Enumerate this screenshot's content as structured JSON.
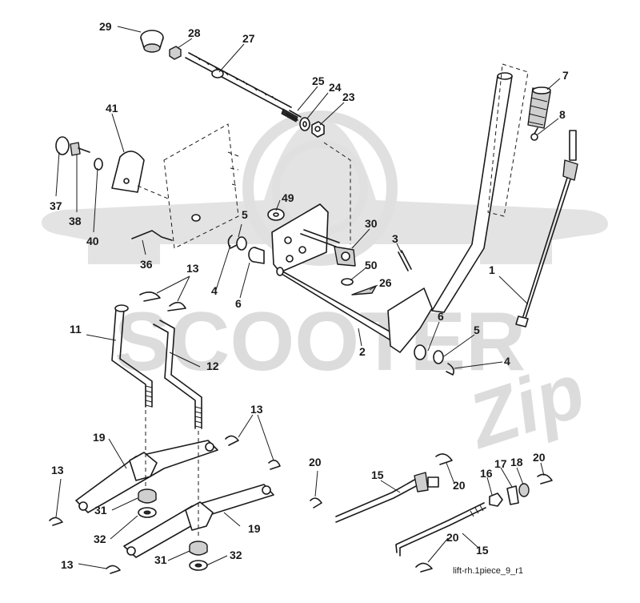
{
  "diagram": {
    "watermark": {
      "brand_main": "SCOOTER",
      "brand_script": "Zip"
    },
    "footer_ref": "lift-rh.1piece_9_r1",
    "callouts": [
      {
        "id": "c29",
        "text": "29"
      },
      {
        "id": "c28",
        "text": "28"
      },
      {
        "id": "c27",
        "text": "27"
      },
      {
        "id": "c25",
        "text": "25"
      },
      {
        "id": "c24",
        "text": "24"
      },
      {
        "id": "c23",
        "text": "23"
      },
      {
        "id": "c7",
        "text": "7"
      },
      {
        "id": "c8",
        "text": "8"
      },
      {
        "id": "c41",
        "text": "41"
      },
      {
        "id": "c37",
        "text": "37"
      },
      {
        "id": "c38",
        "text": "38"
      },
      {
        "id": "c40",
        "text": "40"
      },
      {
        "id": "c49",
        "text": "49"
      },
      {
        "id": "c5a",
        "text": "5"
      },
      {
        "id": "c30",
        "text": "30"
      },
      {
        "id": "c3",
        "text": "3"
      },
      {
        "id": "c36",
        "text": "36"
      },
      {
        "id": "c4a",
        "text": "4"
      },
      {
        "id": "c6a",
        "text": "6"
      },
      {
        "id": "c50",
        "text": "50"
      },
      {
        "id": "c26",
        "text": "26"
      },
      {
        "id": "c1",
        "text": "1"
      },
      {
        "id": "c13a",
        "text": "13"
      },
      {
        "id": "c11",
        "text": "11"
      },
      {
        "id": "c12",
        "text": "12"
      },
      {
        "id": "c2",
        "text": "2"
      },
      {
        "id": "c6b",
        "text": "6"
      },
      {
        "id": "c5b",
        "text": "5"
      },
      {
        "id": "c4b",
        "text": "4"
      },
      {
        "id": "c19a",
        "text": "19"
      },
      {
        "id": "c13b",
        "text": "13"
      },
      {
        "id": "c13c",
        "text": "13"
      },
      {
        "id": "c31a",
        "text": "31"
      },
      {
        "id": "c32a",
        "text": "32"
      },
      {
        "id": "c19b",
        "text": "19"
      },
      {
        "id": "c13d",
        "text": "13"
      },
      {
        "id": "c31b",
        "text": "31"
      },
      {
        "id": "c32b",
        "text": "32"
      },
      {
        "id": "c20a",
        "text": "20"
      },
      {
        "id": "c15a",
        "text": "15"
      },
      {
        "id": "c20b",
        "text": "20"
      },
      {
        "id": "c16",
        "text": "16"
      },
      {
        "id": "c17",
        "text": "17"
      },
      {
        "id": "c18",
        "text": "18"
      },
      {
        "id": "c20c",
        "text": "20"
      },
      {
        "id": "c20d",
        "text": "20"
      },
      {
        "id": "c15b",
        "text": "15"
      }
    ]
  }
}
